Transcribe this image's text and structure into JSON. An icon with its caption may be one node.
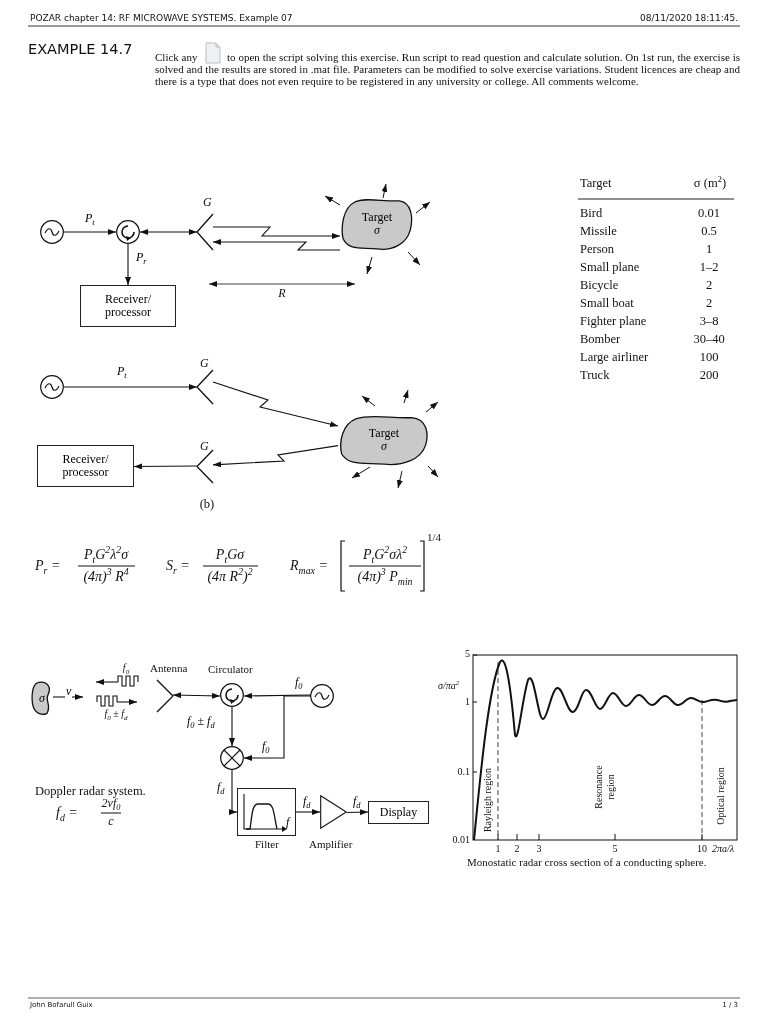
{
  "diagram": {
    "title": "EXAMPLE 14.7",
    "nodes": [
      {
        "text": [],
        "shape": "circle"
      },
      {
        "text": [],
        "shape": "circle"
      },
      {
        "text": [],
        "shape": "antenna",
        "beside": [
          "G"
        ]
      },
      {
        "text": [
          "Target",
          "σ"
        ]
      },
      {
        "text": [
          "Receiver/ processor"
        ]
      },
      {
        "text": [],
        "shape": "circle"
      },
      {
        "text": [],
        "shape": "antenna",
        "beside": [
          "G"
        ]
      },
      {
        "text": [
          "Target",
          "σ"
        ]
      },
      {
        "text": [],
        "shape": "antenna",
        "beside": [
          "G"
        ]
      },
      {
        "text": [
          "Receiver/ processor"
        ]
      },
      {
        "text": [
          "σ"
        ]
      },
      {
        "text": [],
        "shape": "antenna",
        "beside": [
          "Antenna"
        ]
      },
      {
        "text": [],
        "shape": "circle",
        "beside": [
          "Circulator"
        ]
      },
      {
        "text": [],
        "shape": "circle"
      },
      {
        "text": [],
        "shape": "circle"
      },
      {
        "text": [
          "f"
        ],
        "beside": [
          "Filter"
        ]
      },
      {
        "text": [],
        "shape": "triangle",
        "beside": [
          "Amplifier"
        ]
      },
      {
        "text": [
          "Display"
        ]
      }
    ],
    "edges": [
      {
        "from": 0,
        "to": 1,
        "arrow": "to",
        "label": "P$_{t}$"
      },
      {
        "from": 1,
        "to": 2,
        "arrow": "both"
      },
      {
        "from": 1,
        "to": 4,
        "arrow": "to",
        "label": "P$_{r}$"
      },
      {
        "from": 2,
        "to": 3,
        "arrow": "to"
      },
      {
        "from": 3,
        "to": 2,
        "arrow": "to"
      },
      {
        "from": 5,
        "to": 6,
        "arrow": "to",
        "label": "P$_{t}$"
      },
      {
        "from": 6,
        "to": 7,
        "arrow": "to"
      },
      {
        "from": 7,
        "to": 8,
        "arrow": "to"
      },
      {
        "from": 8,
        "to": 9,
        "arrow": "to"
      },
      {
        "from": 10,
        "to": null,
        "arrow": "to",
        "label": "v"
      },
      {
        "from": 12,
        "to": 11,
        "arrow": "both"
      },
      {
        "from": 13,
        "to": 12,
        "arrow": "to",
        "label": "f$_{0}$"
      },
      {
        "from": 13,
        "to": 14,
        "arrow": "to",
        "label": "f$_{0}$"
      },
      {
        "from": 12,
        "to": 14,
        "arrow": "to",
        "label": "f$_{0}$ ± f$_{d}$"
      },
      {
        "from": 14,
        "to": 15,
        "arrow": "to",
        "label": "f$_{d}$"
      },
      {
        "from": 15,
        "to": 16,
        "arrow": "to",
        "label": "f$_{d}$"
      },
      {
        "from": 16,
        "to": 17,
        "arrow": "to",
        "label": "f$_{d}$"
      }
    ],
    "labels": [
      "POZAR chapter 14: RF MICROWAVE SYSTEMS. Example 07",
      "08/11/2020 18:11:45.",
      "Click any",
      "to open the script solving this exercise. Run script to read question and calculate solution. On 1st run, the exercise is solved and the results are stored in .mat file. Parameters can be modified to solve exercise variations. Student licences are cheap and there is a type that does not even require to be registered in any university or college. All comments welcome.",
      "R",
      "(b)",
      "Target",
      "σ (m$^{2}$)",
      "Bird",
      "0.01",
      "Missile",
      "0.5",
      "Person",
      "1",
      "Small plane",
      "1–2",
      "Bicycle",
      "2",
      "Small boat",
      "2",
      "Fighter plane",
      "3–8",
      "Bomber",
      "30–40",
      "Large airliner",
      "100",
      "Truck",
      "200",
      "P$_{r}$ =",
      "P$_{t}$G$^{2}$λ$^{2}$σ",
      "(4π)$^{3}$ R$^{4}$",
      "S$_{r}$ =",
      "P$_{t}$Gσ",
      "(4π R$^{2}$)$^{2}$",
      "R$_{max}$ =",
      "P$_{t}$G$^{2}$σλ$^{2}$",
      "(4π)$^{3}$ P$_{min}$",
      "1/4",
      "f$_{0}$",
      "f$_{0}$ ± f$_{d}$",
      "Doppler radar system.",
      "f$_{d}$ =",
      "2vf$_{0}$",
      "c",
      "σ/πa$^{2}$",
      "5",
      "1",
      "0.1",
      "0.01",
      "1",
      "2",
      "3",
      "5",
      "10",
      "2πa/λ",
      "Rayleigh region",
      "Resonance region",
      "Optical region",
      "Monostatic radar cross section of a conducting sphere.",
      "John Bofarull Guix",
      "1 / 3"
    ]
  }
}
